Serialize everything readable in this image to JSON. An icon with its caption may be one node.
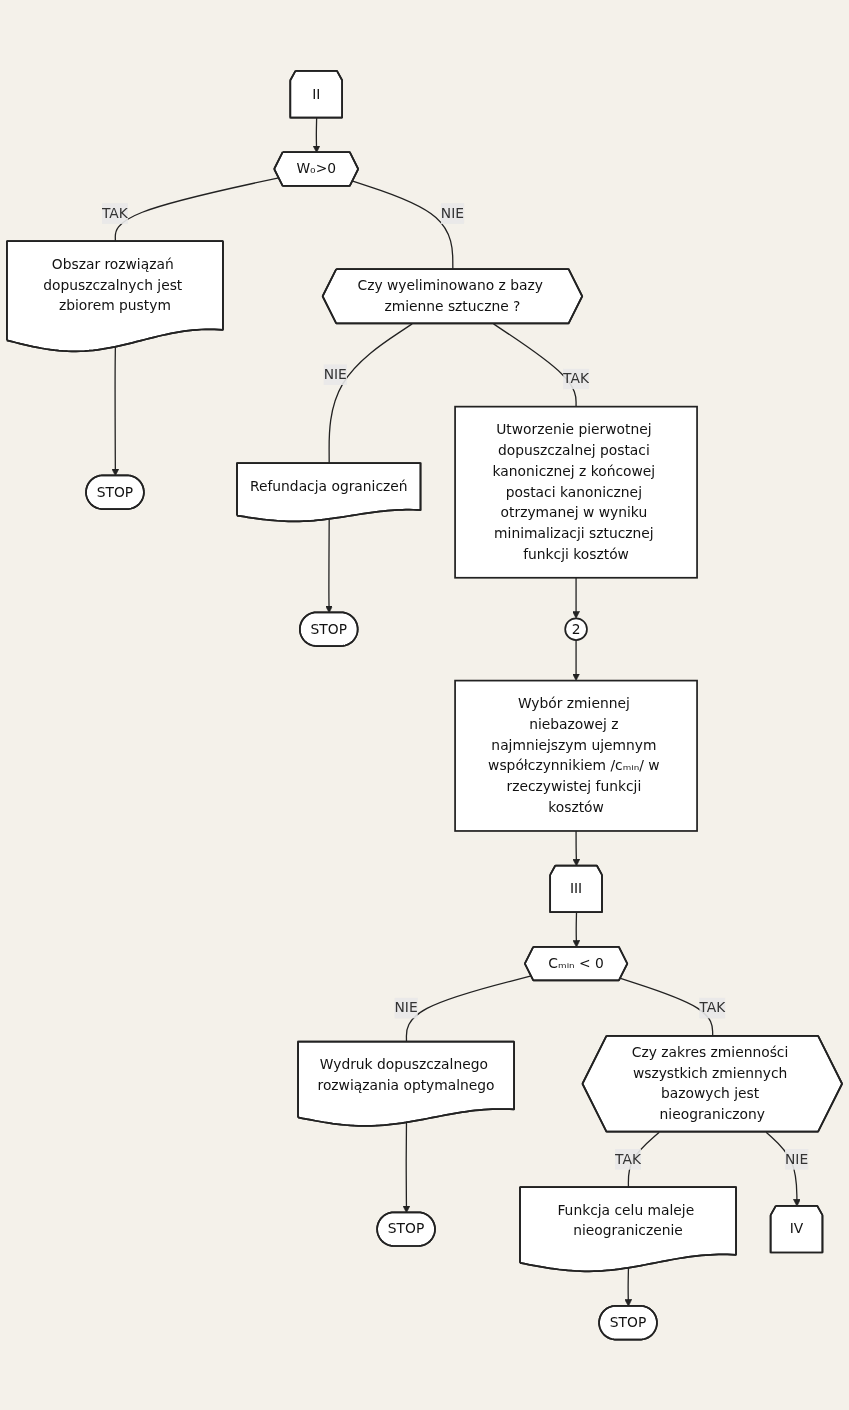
{
  "diagram": {
    "nodes": [
      {
        "text": [
          "II"
        ]
      },
      {
        "text": [
          "W₀>0"
        ]
      },
      {
        "text": [
          "Obszar rozwiązań dopuszczalnych jest zbiorem pustym"
        ]
      },
      {
        "text": [
          "STOP"
        ]
      },
      {
        "text": [
          "Czy wyeliminowano z bazy zmienne sztuczne ?"
        ]
      },
      {
        "text": [
          "Refundacja ograniczeń"
        ]
      },
      {
        "text": [
          "STOP"
        ]
      },
      {
        "text": [
          "Utworzenie pierwotnej dopuszczalnej postaci kanonicznej z końcowej postaci kanonicznej otrzymanej w wyniku minimalizacji sztucznej funkcji kosztów"
        ]
      },
      {
        "text": [
          "2"
        ]
      },
      {
        "text": [
          "Wybór zmiennej niebazowej z najmniejszym ujemnym współczynnikiem /cₘᵢₙ/ w rzeczywistej funkcji kosztów"
        ]
      },
      {
        "text": [
          "III"
        ]
      },
      {
        "text": [
          "Cₘᵢₙ < 0"
        ]
      },
      {
        "text": [
          "Wydruk dopuszczalnego rozwiązania optymalnego"
        ]
      },
      {
        "text": [
          "STOP"
        ]
      },
      {
        "text": [
          "Czy zakres zmienności wszystkich zmiennych bazowych jest nieograniczony"
        ]
      },
      {
        "text": [
          "Funkcja celu maleje nieograniczenie"
        ]
      },
      {
        "text": [
          "STOP"
        ]
      },
      {
        "text": [
          "IV"
        ]
      }
    ],
    "edges": [
      {
        "from": 0,
        "to": 1,
        "arrow": "to"
      },
      {
        "from": 1,
        "to": 2,
        "label": "TAK",
        "arrow": "none"
      },
      {
        "from": 2,
        "to": 3,
        "arrow": "to"
      },
      {
        "from": 1,
        "to": 4,
        "label": "NIE",
        "arrow": "none"
      },
      {
        "from": 4,
        "to": 7,
        "label": "TAK",
        "arrow": "none"
      },
      {
        "from": 4,
        "to": 5,
        "label": "NIE",
        "arrow": "none"
      },
      {
        "from": 5,
        "to": 6,
        "arrow": "to"
      },
      {
        "from": 7,
        "to": 8,
        "arrow": "to"
      },
      {
        "from": 8,
        "to": 9,
        "arrow": "to"
      },
      {
        "from": 9,
        "to": 10,
        "arrow": "to"
      },
      {
        "from": 10,
        "to": 11,
        "arrow": "to"
      },
      {
        "from": 11,
        "to": 12,
        "label": "NIE",
        "arrow": "none"
      },
      {
        "from": 12,
        "to": 13,
        "arrow": "to"
      },
      {
        "from": 11,
        "to": 14,
        "label": "TAK",
        "arrow": "none"
      },
      {
        "from": 14,
        "to": 15,
        "label": "TAK",
        "arrow": "none"
      },
      {
        "from": 15,
        "to": 16,
        "arrow": "to"
      },
      {
        "from": 14,
        "to": 17,
        "label": "NIE",
        "arrow": "to"
      }
    ]
  }
}
